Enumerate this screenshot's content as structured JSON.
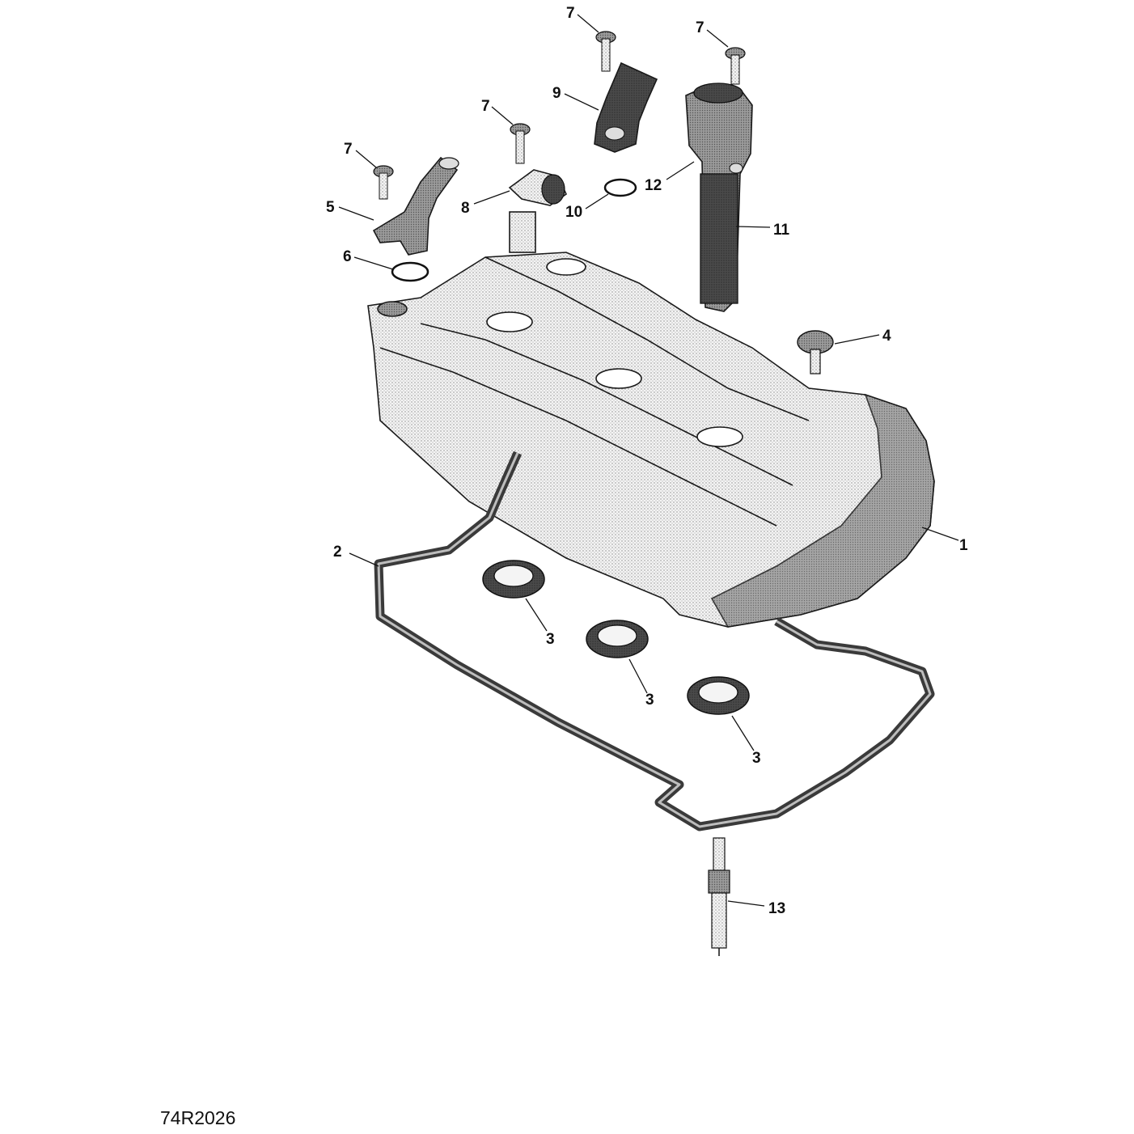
{
  "diagram": {
    "reference_code": "74R2026",
    "callouts": {
      "c1": "1",
      "c2": "2",
      "c3a": "3",
      "c3b": "3",
      "c3c": "3",
      "c4": "4",
      "c5": "5",
      "c6": "6",
      "c7a": "7",
      "c7b": "7",
      "c7c": "7",
      "c7d": "7",
      "c8": "8",
      "c9": "9",
      "c10": "10",
      "c11": "11",
      "c12": "12",
      "c13": "13"
    }
  }
}
